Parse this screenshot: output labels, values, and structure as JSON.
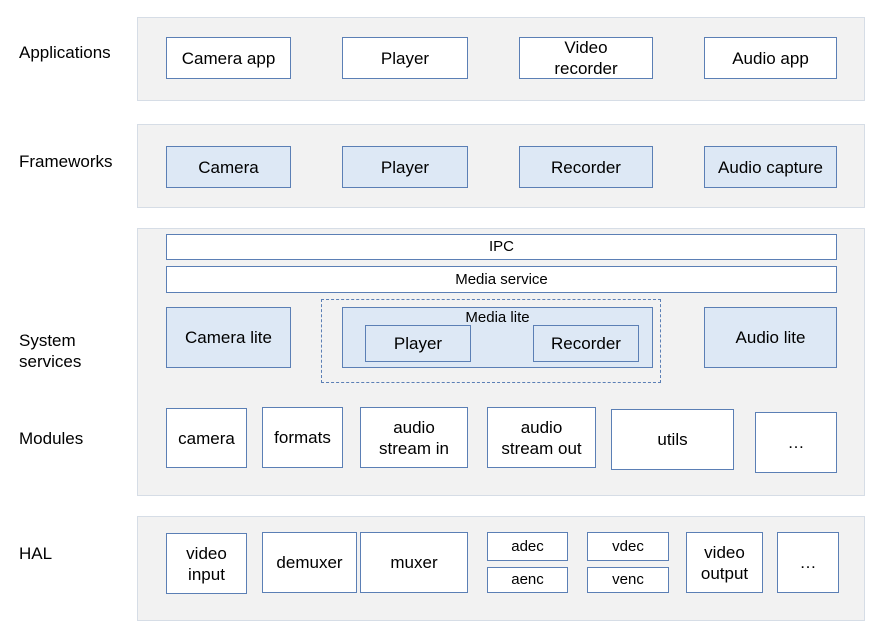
{
  "labels": {
    "applications": "Applications",
    "frameworks": "Frameworks",
    "system_services": "System\nservices",
    "modules": "Modules",
    "hal": "HAL"
  },
  "applications": {
    "camera_app": "Camera app",
    "player": "Player",
    "video_recorder": "Video\nrecorder",
    "audio_app": "Audio app"
  },
  "frameworks": {
    "camera": "Camera",
    "player": "Player",
    "recorder": "Recorder",
    "audio_capture": "Audio capture"
  },
  "system_services": {
    "ipc": "IPC",
    "media_service": "Media service",
    "camera_lite": "Camera lite",
    "media_lite": "Media lite",
    "player": "Player",
    "recorder": "Recorder",
    "audio_lite": "Audio lite"
  },
  "modules": {
    "camera": "camera",
    "formats": "formats",
    "audio_stream_in": "audio\nstream in",
    "audio_stream_out": "audio\nstream out",
    "utils": "utils",
    "more": "…"
  },
  "hal": {
    "video_input": "video\ninput",
    "demuxer": "demuxer",
    "muxer": "muxer",
    "adec": "adec",
    "aenc": "aenc",
    "vdec": "vdec",
    "venc": "venc",
    "video_output": "video\noutput",
    "more": "…"
  }
}
